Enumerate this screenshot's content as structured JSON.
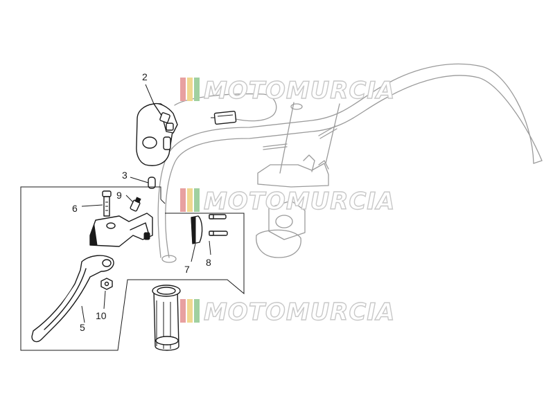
{
  "callouts": {
    "c2": "2",
    "c3": "3",
    "c5": "5",
    "c6": "6",
    "c7": "7",
    "c8": "8",
    "c9": "9",
    "c10": "10"
  },
  "watermark": {
    "text": "MOTOMURCIA",
    "stripe_colors": [
      "#e8a0a0",
      "#f0d890",
      "#a0d0a0"
    ]
  }
}
